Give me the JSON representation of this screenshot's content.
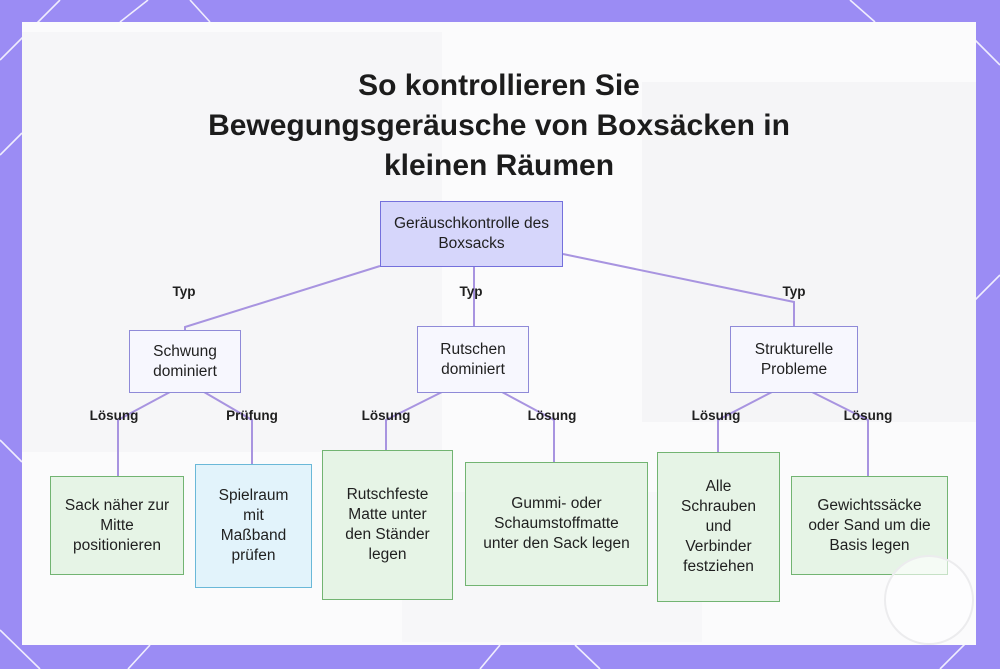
{
  "title": {
    "lines": [
      "So kontrollieren Sie",
      "Bewegungsgeräusche von Boxsäcken in",
      "kleinen Räumen"
    ]
  },
  "colors": {
    "frame": "#9b8cf4",
    "root_fill": "#d6d6fb",
    "root_border": "#7470dc",
    "type_fill": "#f7f7fe",
    "type_border": "#8f8ad8",
    "solution_fill": "#e6f4e6",
    "solution_border": "#72b472",
    "check_fill": "#e2f3fb",
    "check_border": "#6ab8d8",
    "edge": "#a894e0"
  },
  "root": {
    "label": "Geräuschkontrolle des Boxsacks"
  },
  "branches": [
    {
      "edge_label": "Typ",
      "label": "Schwung dominiert",
      "children": [
        {
          "edge_label": "Lösung",
          "label": "Sack näher zur Mitte positionieren",
          "kind": "solution"
        },
        {
          "edge_label": "Prüfung",
          "label": "Spielraum mit Maßband prüfen",
          "kind": "check"
        }
      ]
    },
    {
      "edge_label": "Typ",
      "label": "Rutschen dominiert",
      "children": [
        {
          "edge_label": "Lösung",
          "label": "Rutschfeste Matte unter den Ständer legen",
          "kind": "solution"
        },
        {
          "edge_label": "Lösung",
          "label": "Gummi- oder Schaumstoffmatte unter den Sack legen",
          "kind": "solution"
        }
      ]
    },
    {
      "edge_label": "Typ",
      "label": "Strukturelle Probleme",
      "children": [
        {
          "edge_label": "Lösung",
          "label": "Alle Schrauben und Verbinder festziehen",
          "kind": "solution"
        },
        {
          "edge_label": "Lösung",
          "label": "Gewichtssäcke oder Sand um die Basis legen",
          "kind": "solution"
        }
      ]
    }
  ]
}
